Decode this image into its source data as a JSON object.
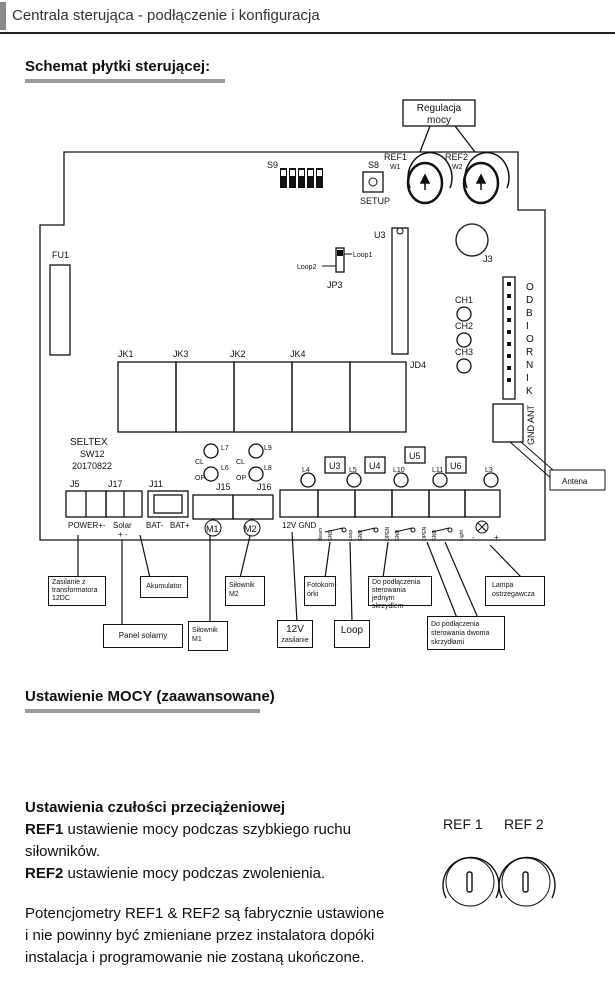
{
  "header": {
    "title": "Centrala sterująca - podłączenie i konfiguracja"
  },
  "section1": {
    "title": "Schemat płytki sterującej:"
  },
  "diagram": {
    "regulacja": "Regulacja",
    "mocy": "mocy",
    "s9": "S9",
    "s8": "S8",
    "setup": "SETUP",
    "ref1": "REF1",
    "w1": "W1",
    "ref2": "REF2",
    "w2": "W2",
    "u3_top": "U3",
    "j3": "J3",
    "fu1": "FU1",
    "loop1": "Loop1",
    "loop2": "Loop2",
    "jp3": "JP3",
    "ch1": "CH1",
    "ch2": "CH2",
    "ch3": "CH3",
    "odbiornik": [
      "O",
      "D",
      "B",
      "I",
      "O",
      "R",
      "N",
      "I",
      "K"
    ],
    "jk1": "JK1",
    "jk3": "JK3",
    "jk2": "JK2",
    "jk4": "JK4",
    "jd4": "JD4",
    "gnd_ant": "GND ANT",
    "seltex": "SELTEX",
    "sw12": "SW12",
    "date": "20170822",
    "l7": "L7",
    "l6": "L6",
    "l9": "L9",
    "l8": "L8",
    "cl": "CL",
    "op": "OP",
    "l4": "L4",
    "u3": "U3",
    "u4": "U4",
    "l5": "L5",
    "l10": "L10",
    "u5": "U5",
    "l11": "L11",
    "u6": "U6",
    "l3": "L3",
    "j5": "J5",
    "j17": "J17",
    "j11": "J11",
    "j15": "J15",
    "j16": "J16",
    "power": "POWER+-",
    "solar": "Solar",
    "solar_pm": "+ -",
    "bat_minus": "BAT-",
    "bat_plus": "BAT+",
    "m1": "M1",
    "m2": "M2",
    "v12gnd": "12V GND",
    "antena": "Antena",
    "small_terms": [
      "Beam",
      "GND",
      "Loop",
      "GND",
      "OPEN",
      "GND",
      "OPEN",
      "GND",
      "Light",
      "-",
      "+"
    ]
  },
  "callouts": {
    "zasilanie": [
      "Zasilanie z",
      "transformatora",
      "12DC"
    ],
    "panel": "Panel solarny",
    "akumulator": "Akumulator",
    "silownik_m1": [
      "Siłownik",
      "M1"
    ],
    "silownik_m2": [
      "Siłownik",
      "M2"
    ],
    "v12": "12V",
    "v12_sub": "zasilanie",
    "fotokom": [
      "Fotokom-",
      "órki"
    ],
    "loop": "Loop",
    "jednym": [
      "Do podłączenia",
      "sterowania jednym",
      "skrzydłem"
    ],
    "dwoma": [
      "Do podłączenia",
      "sterowania dwoma",
      "skrzydłami"
    ],
    "lampa": [
      "Lampa",
      "ostrzegawcza"
    ]
  },
  "section2": {
    "title": "Ustawienie MOCY (zaawansowane)"
  },
  "text": {
    "heading": "Ustawienia czułości przeciążeniowej",
    "ref1_label": "REF1",
    "ref1_text": " ustawienie mocy podczas szybkiego ruchu",
    "ref1_text2": "siłowników.",
    "ref2_label": "REF2",
    "ref2_text": " ustawienie mocy podczas zwolenienia.",
    "para_l1": "Potencjometry REF1 & REF2 są fabrycznie ustawione",
    "para_l2": "i nie powinny być zmieniane przez instalatora dopóki",
    "para_l3": "instalacja i programowanie nie zostaną ukończone."
  },
  "knobs": {
    "ref1": "REF 1",
    "ref2": "REF 2"
  }
}
